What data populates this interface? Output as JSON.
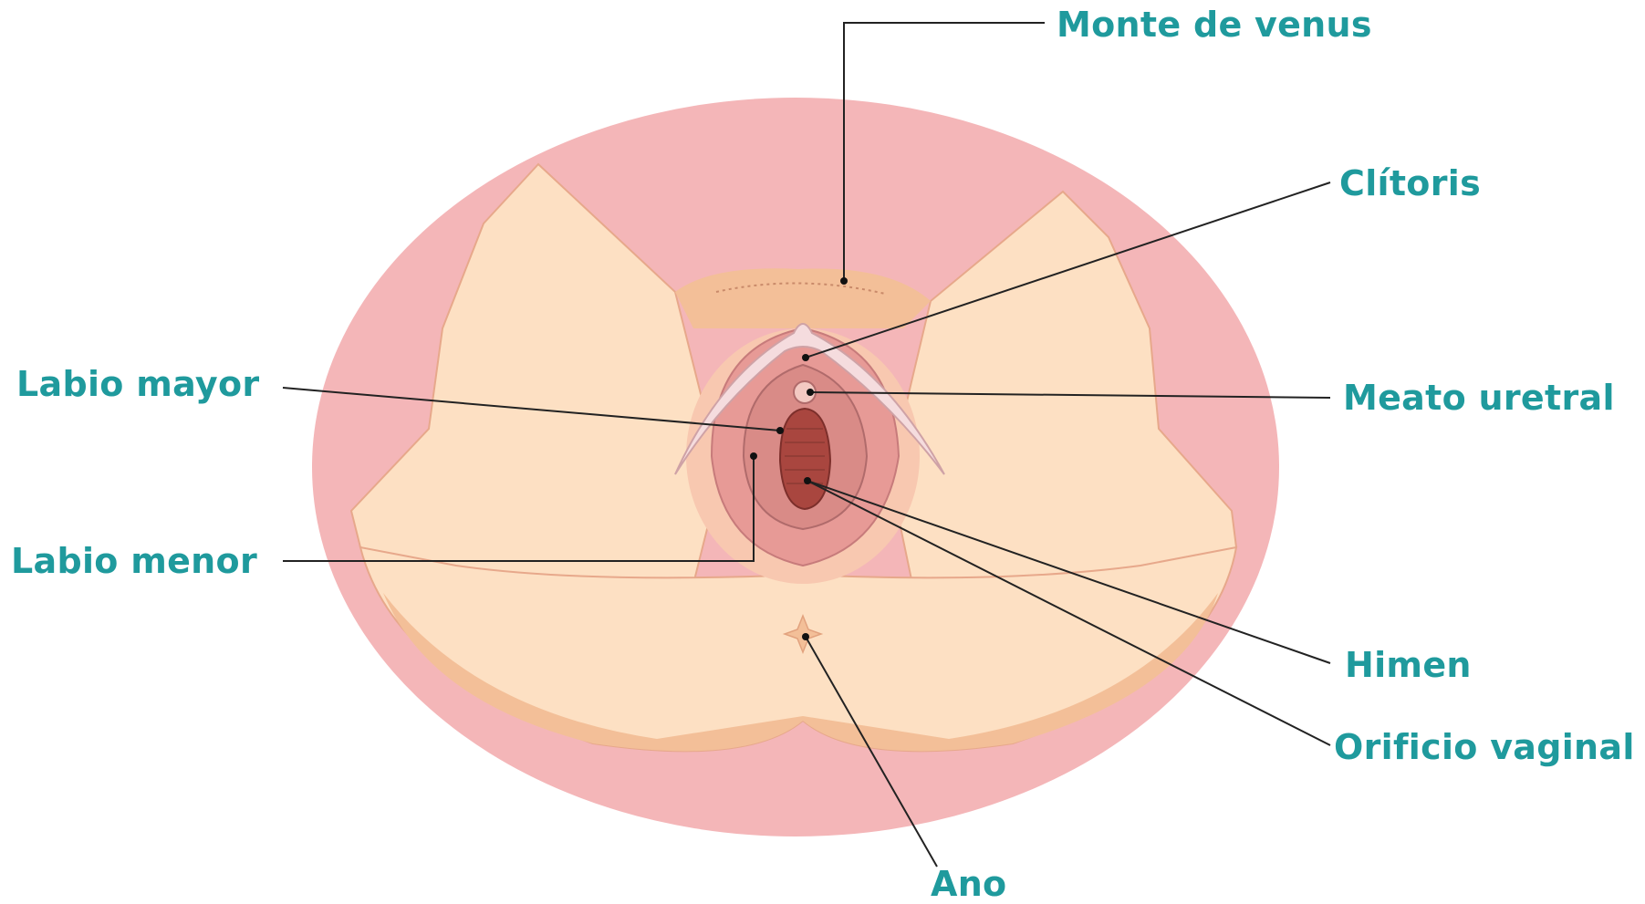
{
  "labels": {
    "monte_de_venus": "Monte de venus",
    "clitoris": "Clítoris",
    "meato_uretral": "Meato uretral",
    "labio_mayor": "Labio mayor",
    "labio_menor": "Labio menor",
    "himen": "Himen",
    "orificio_vaginal": "Orificio vaginal",
    "ano": "Ano"
  },
  "colors": {
    "label_text": "#1f9a9d",
    "background_oval": "#f4b6b8",
    "skin": "#fde0c3",
    "skin_shadow": "#f3bf98",
    "leader_line": "#222222"
  }
}
